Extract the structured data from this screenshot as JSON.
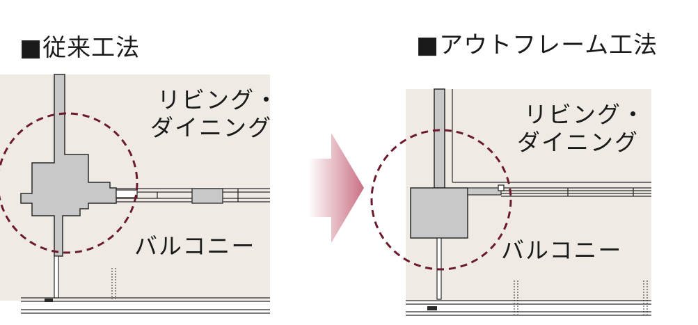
{
  "left": {
    "heading": "■従来工法",
    "room_top_line1": "リビング・",
    "room_top_line2": "ダイニング",
    "room_bottom": "バルコニー"
  },
  "right": {
    "heading": "■アウトフレーム工法",
    "room_top_line1": "リビング・",
    "room_top_line2": "ダイニング",
    "room_bottom": "バルコニー"
  },
  "colors": {
    "room_fill": "#efebe4",
    "column_fill": "#c8c8c8",
    "line": "#2a2a2a",
    "dashed_circle": "#6b1a2c",
    "arrow_start": "#ffffff",
    "arrow_end": "#c97083"
  }
}
